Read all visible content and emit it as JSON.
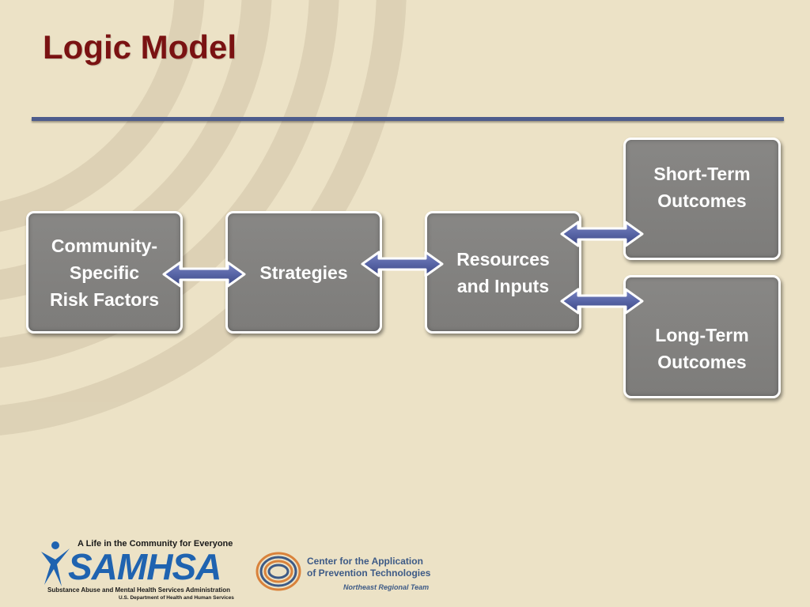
{
  "title": "Logic Model",
  "colors": {
    "background": "#ece2c6",
    "title": "#7a1212",
    "rule": "#4d5c8c",
    "box_fill": "#828180",
    "box_border": "#ffffff",
    "arrow_fill": "#5865a6",
    "samhsa_blue": "#1f63b0",
    "capt_orange": "#d9823b",
    "capt_blue": "#3d5a86"
  },
  "diagram": {
    "nodes": [
      {
        "id": "risk",
        "label": "Community-\nSpecific\nRisk Factors"
      },
      {
        "id": "strategies",
        "label": "Strategies"
      },
      {
        "id": "resources",
        "label": "Resources\nand Inputs"
      },
      {
        "id": "short_term",
        "label": "Short-Term\nOutcomes"
      },
      {
        "id": "long_term",
        "label": "Long-Term\nOutcomes"
      }
    ],
    "edges": [
      {
        "from": "risk",
        "to": "strategies",
        "type": "bidirectional-arrow"
      },
      {
        "from": "strategies",
        "to": "resources",
        "type": "bidirectional-arrow"
      },
      {
        "from": "resources",
        "to": "short_term",
        "type": "bidirectional-arrow"
      },
      {
        "from": "resources",
        "to": "long_term",
        "type": "bidirectional-arrow"
      }
    ]
  },
  "footer": {
    "samhsa": {
      "tagline": "A Life in the Community for Everyone",
      "wordmark": "SAMHSA",
      "subtitle": "Substance Abuse and Mental Health Services Administration",
      "department": "U.S. Department of Health and Human Services"
    },
    "capt": {
      "name": "Center for the Application\nof Prevention Technologies",
      "team": "Northeast Regional Team"
    }
  }
}
